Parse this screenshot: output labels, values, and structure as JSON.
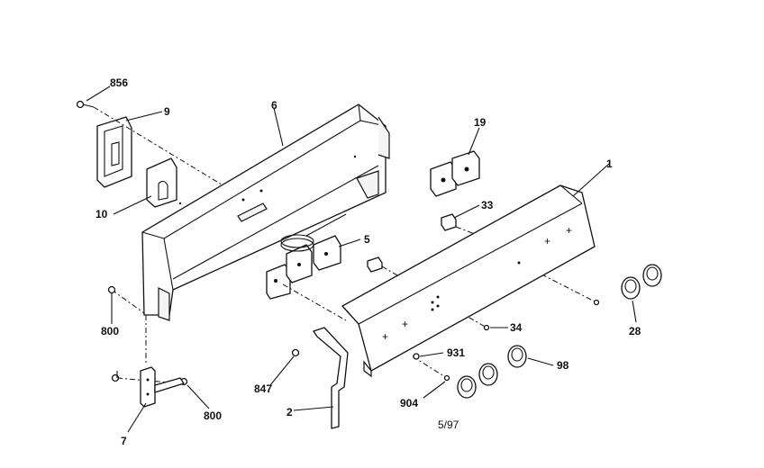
{
  "diagram": {
    "callouts": {
      "p856": "856",
      "p9": "9",
      "p6": "6",
      "p19": "19",
      "p1": "1",
      "p10": "10",
      "p33": "33",
      "p5": "5",
      "p800a": "800",
      "p34": "34",
      "p28": "28",
      "p931": "931",
      "p98": "98",
      "p847": "847",
      "p904": "904",
      "p2": "2",
      "p800b": "800",
      "p7": "7"
    },
    "date_code": "5/97"
  }
}
